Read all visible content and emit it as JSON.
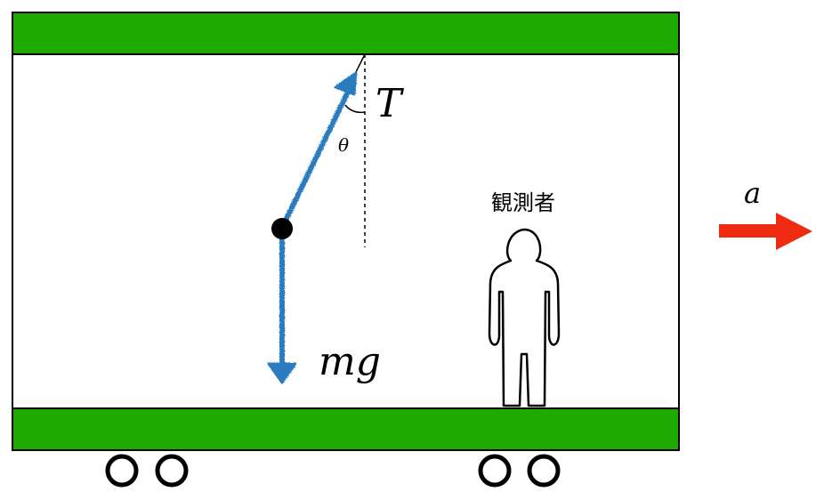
{
  "labels": {
    "tension": "T",
    "angle": "θ",
    "gravity": "mg",
    "observer": "観測者",
    "acceleration": "a"
  },
  "colors": {
    "band": "#1faa00",
    "vector": "#2b7bbf",
    "accel_arrow": "#ee2a10",
    "bob": "#000000",
    "outline": "#000000"
  },
  "icons": [
    "person-icon",
    "wheel-icon"
  ]
}
